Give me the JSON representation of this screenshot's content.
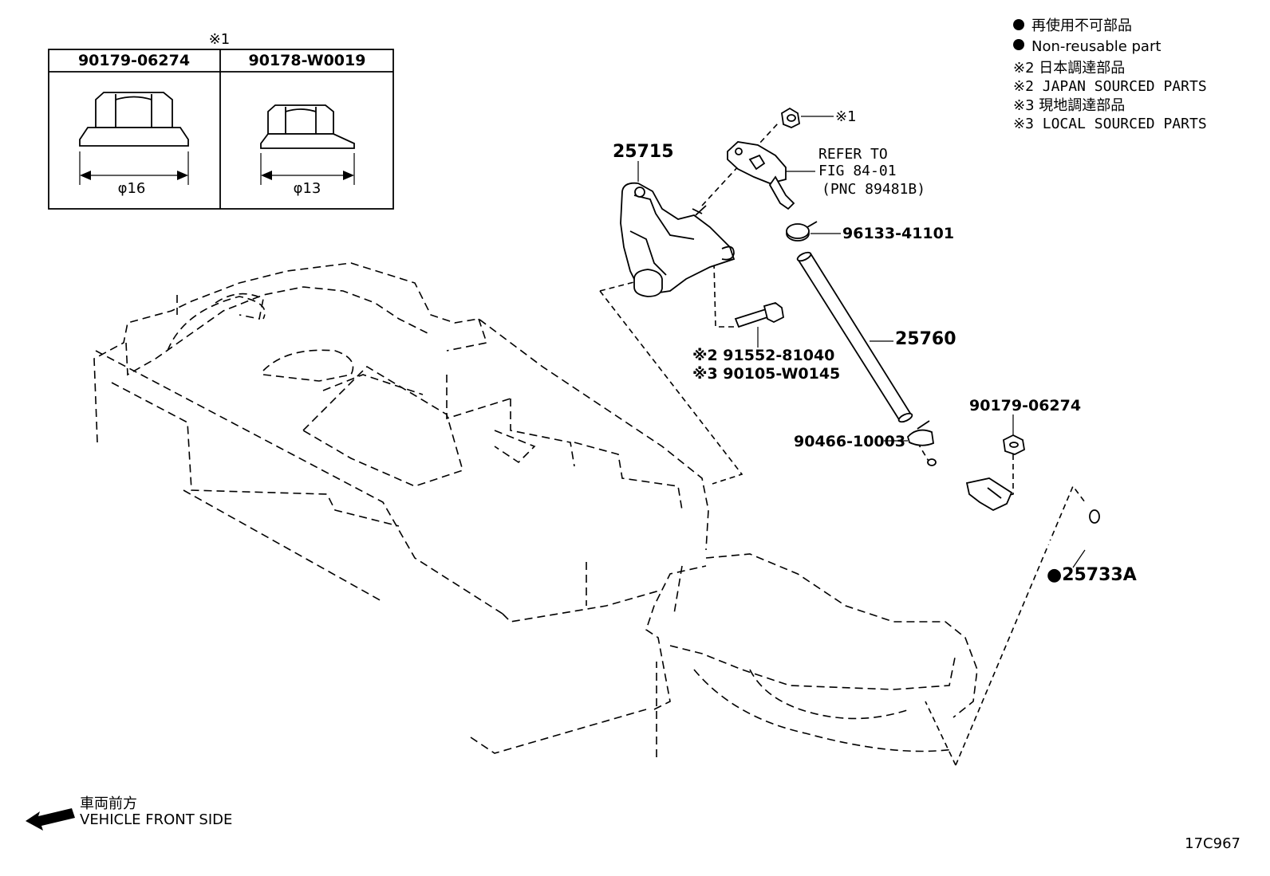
{
  "table": {
    "note_mark": "※1",
    "columns": [
      {
        "part_number": "90179-06274",
        "dimension": "φ16"
      },
      {
        "part_number": "90178-W0019",
        "dimension": "φ13"
      }
    ]
  },
  "legend": [
    {
      "bullet": "●",
      "text": "再使用不可部品"
    },
    {
      "bullet": "●",
      "text": "Non-reusable part"
    },
    {
      "bullet": "",
      "text": "※2 日本調達部品"
    },
    {
      "bullet": "",
      "text": "※2 JAPAN SOURCED PARTS"
    },
    {
      "bullet": "",
      "text": "※3 現地調達部品"
    },
    {
      "bullet": "",
      "text": "※3 LOCAL SOURCED PARTS"
    }
  ],
  "callouts": {
    "nut_top_note": "※1",
    "bracket": "25715",
    "refer_line1": "REFER TO",
    "refer_line2": "FIG 84-01",
    "refer_line3": "(PNC 89481B)",
    "clamp": "96133-41101",
    "hose": "25760",
    "bolt_jp": "※2 91552-81040",
    "bolt_local": "※3 90105-W0145",
    "clip": "90466-10003",
    "nut_right": "90179-06274",
    "tube": "●25733A"
  },
  "direction": {
    "label_jp": "車両前方",
    "label_en": "VEHICLE FRONT SIDE"
  },
  "figure_code": "17C967"
}
